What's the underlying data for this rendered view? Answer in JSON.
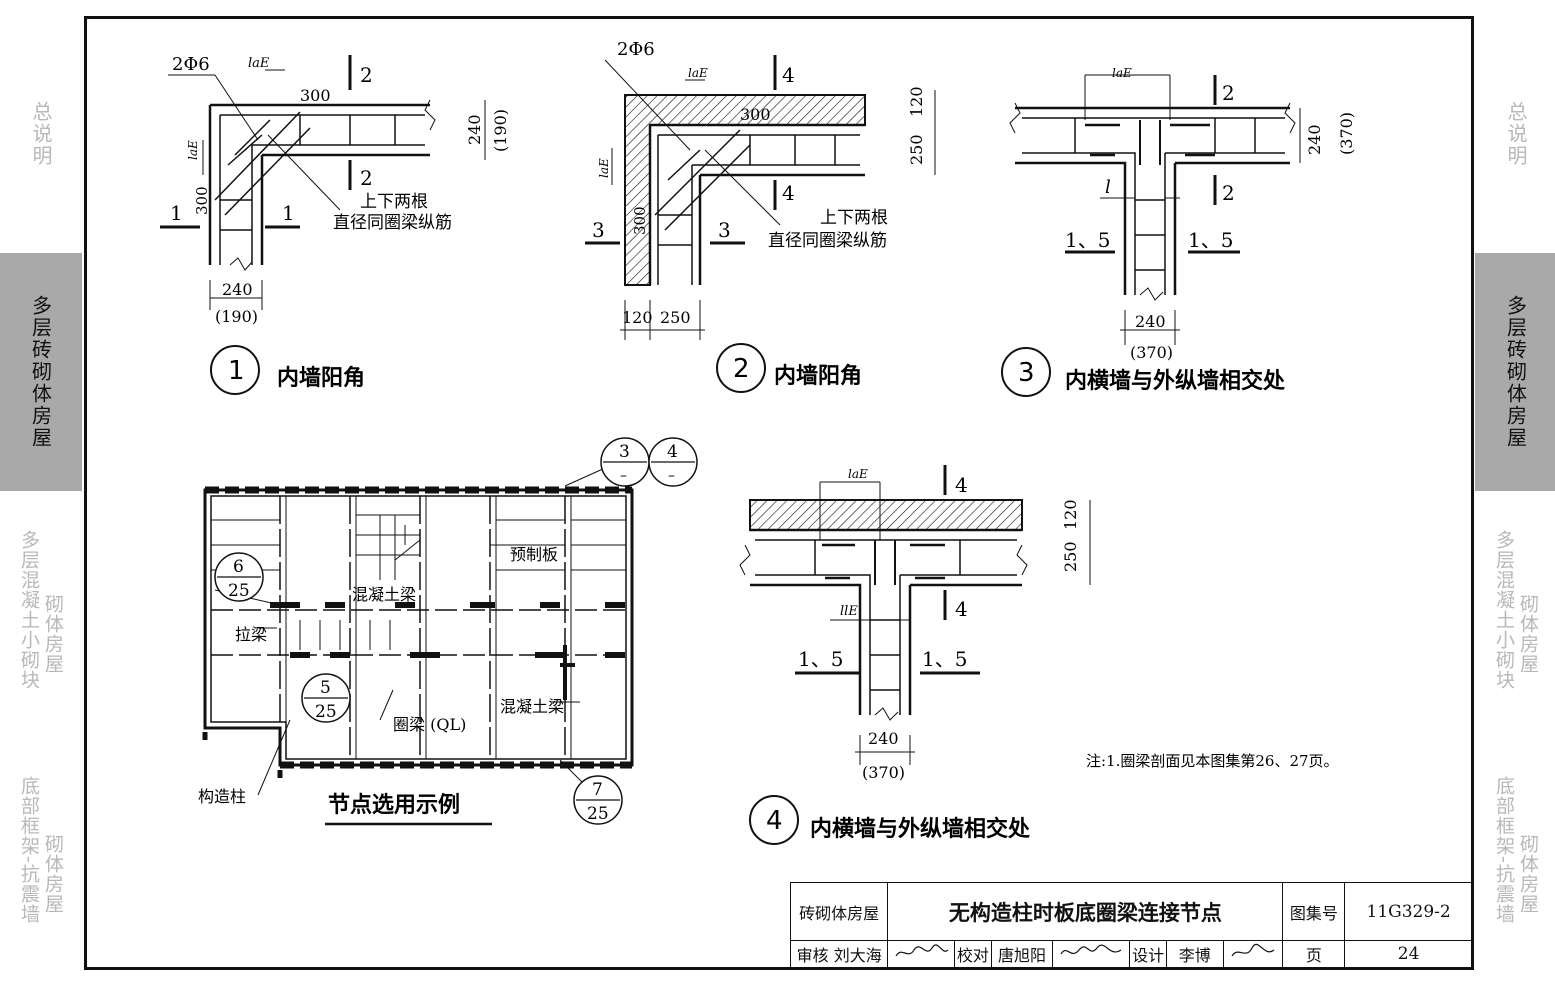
{
  "side_tabs": [
    {
      "id": "general",
      "label": "总说明",
      "active": false
    },
    {
      "id": "multistory-brick",
      "label": "多层砖砌体房屋",
      "active": true
    },
    {
      "id": "multistory-block",
      "label_col1": "多层混凝土小砌块",
      "label_col2": "砌体房屋",
      "active": false
    },
    {
      "id": "bottom-frame",
      "label_col1": "底部框架-抗震墙",
      "label_col2": "砌体房屋",
      "active": false
    }
  ],
  "details": {
    "d1": {
      "num": "1",
      "title": "内墙阳角",
      "rebar": "2Φ6",
      "anchor": "laE",
      "dim_300_top": "300",
      "dim_300_side": "300",
      "dim_width": "240",
      "dim_width_alt": "(190)",
      "dim_thick": "240",
      "dim_thick_alt": "(190)",
      "sec_a": "2",
      "sec_b": "1",
      "note1": "上下两根",
      "note2": "直径同圈梁纵筋"
    },
    "d2": {
      "num": "2",
      "title": "内墙阳角",
      "rebar": "2Φ6",
      "anchor": "laE",
      "dim_300_top": "300",
      "dim_300_side": "300",
      "dim_120": "120",
      "dim_250": "250",
      "sec_a": "4",
      "sec_b": "3",
      "note1": "上下两根",
      "note2": "直径同圈梁纵筋"
    },
    "d3": {
      "num": "3",
      "title": "内横墙与外纵墙相交处",
      "anchor": "laE",
      "lap": "l",
      "dim_thick": "240",
      "dim_thick_alt": "(370)",
      "dim_width": "240",
      "dim_width_alt": "(370)",
      "sec_a": "2",
      "sec_b": "1、5"
    },
    "d4": {
      "num": "4",
      "title": "内横墙与外纵墙相交处",
      "anchor": "laE",
      "lap": "llE",
      "dim_120": "120",
      "dim_250": "250",
      "dim_width": "240",
      "dim_width_alt": "(370)",
      "sec_a": "4",
      "sec_b": "1、5"
    }
  },
  "plan": {
    "title": "节点选用示例",
    "labels": {
      "precast": "预制板",
      "concrete_beam_top": "混凝土梁",
      "concrete_beam_bottom": "混凝土梁",
      "tie_beam": "拉梁",
      "ring_beam": "圈梁 (QL)",
      "column": "构造柱"
    },
    "refs": [
      {
        "top": "3",
        "bottom": "–"
      },
      {
        "top": "4",
        "bottom": "–"
      },
      {
        "top": "6",
        "bottom": "25"
      },
      {
        "top": "5",
        "bottom": "25"
      },
      {
        "top": "7",
        "bottom": "25"
      }
    ]
  },
  "note": "注:1.圈梁剖面见本图集第26、27页。",
  "title_block": {
    "category": "砖砌体房屋",
    "title": "无构造柱时板底圈梁连接节点",
    "atlas_label": "图集号",
    "atlas_no": "11G329-2",
    "review_label": "审核",
    "reviewer": "刘大海",
    "check_label": "校对",
    "checker": "唐旭阳",
    "design_label": "设计",
    "designer": "李博",
    "page_label": "页",
    "page_no": "24"
  }
}
